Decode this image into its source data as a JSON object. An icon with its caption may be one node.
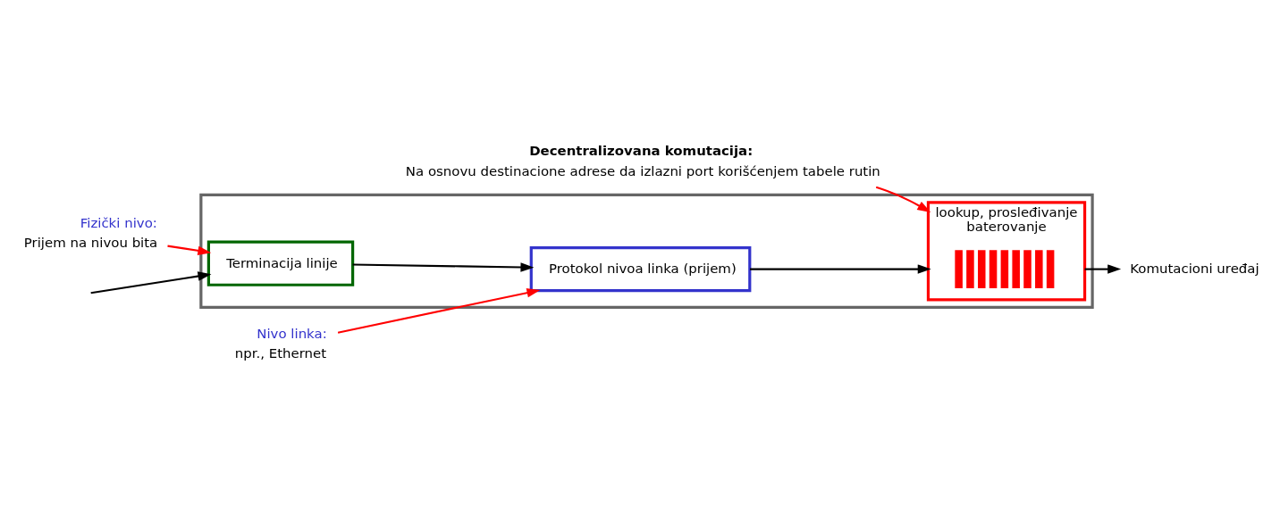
{
  "diagram": {
    "nodes": [
      {
        "text": [],
        "shape": "box"
      },
      {
        "text": [
          "Terminacija linije"
        ],
        "in": 0
      },
      {
        "text": [
          "Protokol nivoa linka (prijem)"
        ],
        "in": 0
      },
      {
        "text": [
          "lookup, prosleđivanje",
          "baterovanje"
        ],
        "in": 0
      },
      {
        "text": [],
        "shape": "bar",
        "in": 3
      },
      {
        "text": [
          "Komutacioni uređaj"
        ]
      },
      {
        "text": [
          "Fizički nivo:",
          "Prijem na nivou bita"
        ]
      },
      {
        "text": [
          "Nivo linka:",
          "npr., Ethernet"
        ]
      },
      {
        "text": [
          "Decentralizovana komutacija:",
          "Na osnovu destinacione adrese da izlazni port korišćenjem tabele rutin"
        ]
      }
    ],
    "edges": [
      {
        "from": null,
        "to": 1,
        "arrow": "to"
      },
      {
        "from": 1,
        "to": 2,
        "arrow": "to"
      },
      {
        "from": 2,
        "to": 3,
        "arrow": "to"
      },
      {
        "from": 3,
        "to": 5,
        "arrow": "to"
      },
      {
        "from": 6,
        "to": 1,
        "arrow": "to",
        "color": "#ff0000"
      },
      {
        "from": 7,
        "to": 2,
        "arrow": "to",
        "color": "#ff0000"
      },
      {
        "from": 8,
        "to": 3,
        "arrow": "to",
        "color": "#ff0000"
      }
    ]
  }
}
